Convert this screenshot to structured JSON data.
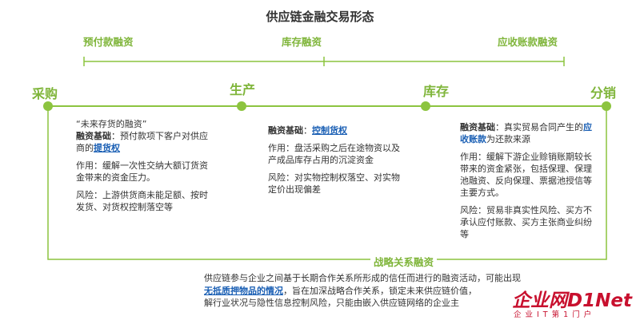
{
  "title": "供应链金融交易形态",
  "stages": [
    "采购",
    "生产",
    "库存",
    "分销"
  ],
  "financing_types": [
    "预付款融资",
    "库存融资",
    "应收账款融资"
  ],
  "strategic_label": "战略关系融资",
  "prepayment_box": {
    "quote": "“未来存货的融资”",
    "basis_label": "融资基础",
    "basis_pre": "：预付款项下客户对供应商的",
    "basis_highlight": "提货权",
    "effect": "作用：缓解一次性交纳大额订货资金带来的资金压力。",
    "risk": "风险：上游供货商未能足额、按时发货、对货权控制落空等"
  },
  "inventory_box": {
    "basis_label": "融资基础",
    "basis_pre": "：",
    "basis_highlight": "控制货权",
    "effect": "作用：盘活采购之后在途物资以及产成品库存占用的沉淀资金",
    "risk": "风险：对实物控制权落空、对实物定价出现偏差"
  },
  "receivable_box": {
    "basis_label": "融资基础",
    "basis_pre": "：真实贸易合同产生的",
    "basis_highlight": "应收账款",
    "basis_post": "为还款来源",
    "effect": "作用：缓解下游企业赊销账期较长带来的资金紧张，包括保理、保理池融资、反向保理、票据池授信等主要方式。",
    "risk": "风险：贸易非真实性风险、买方不承认应付账款、买方主张商业纠纷等"
  },
  "bottom_text": {
    "line1": "供应链参与企业之间基于长期合作关系所形成的信任而进行的融资活动，可能出现",
    "highlight": "无抵质押物品的情况",
    "line2_post": "，旨在加深战略合作关系，锁定未来供应链价值，",
    "line3": "解行业状况与隐性信息控制风险，只能由嵌入供应链网络的企业主"
  },
  "watermark": {
    "logo": "企业网D1Net",
    "sub": "企业IT第1门户"
  },
  "colors": {
    "accent_green": "#8cc43f",
    "text_green": "#7fb53a",
    "highlight_blue": "#1a5fb4",
    "watermark_red": "#c8102e"
  }
}
